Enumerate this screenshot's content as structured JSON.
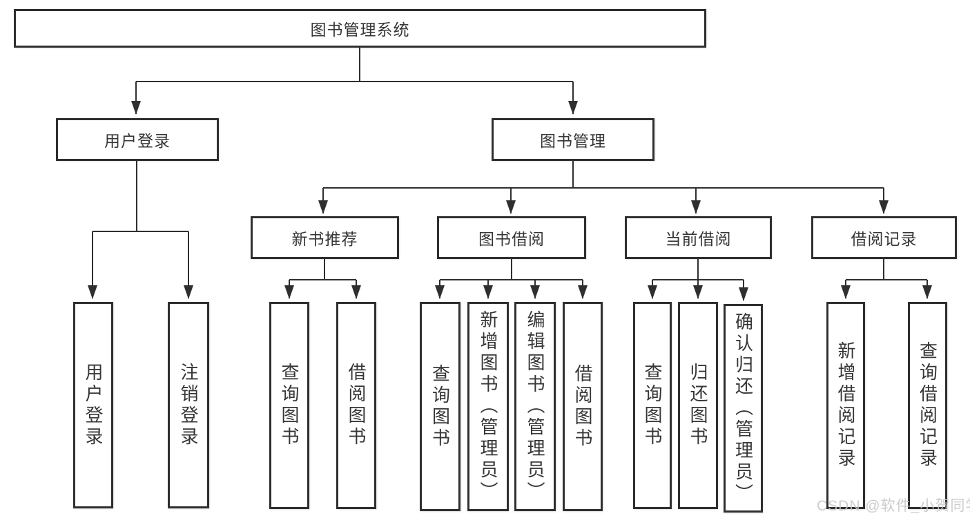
{
  "diagram": {
    "title": "图书管理系统",
    "watermark": "CSDN @软件_小贺同学",
    "colors": {
      "line": "#333333",
      "box_border": "#2f2f2f",
      "text": "#363636",
      "watermark": "#c8c8c8",
      "background": "#ffffff"
    },
    "nodes": {
      "root": {
        "label": "图书管理系统"
      },
      "user_login": {
        "label": "用户登录"
      },
      "book_mgmt": {
        "label": "图书管理"
      },
      "new_book": {
        "label": "新书推荐"
      },
      "book_borrow": {
        "label": "图书借阅"
      },
      "current_borrow": {
        "label": "当前借阅"
      },
      "borrow_record": {
        "label": "借阅记录"
      },
      "leaf_user_login": {
        "label": "用户登录"
      },
      "leaf_logout": {
        "label": "注销登录"
      },
      "leaf_new_query": {
        "label": "查询图书"
      },
      "leaf_new_borrow": {
        "label": "借阅图书"
      },
      "leaf_bb_query": {
        "label": "查询图书"
      },
      "leaf_bb_add": {
        "label": "新增图书（管理员）"
      },
      "leaf_bb_edit": {
        "label": "编辑图书（管理员）"
      },
      "leaf_bb_borrow": {
        "label": "借阅图书"
      },
      "leaf_cb_query": {
        "label": "查询图书"
      },
      "leaf_cb_return": {
        "label": "归还图书"
      },
      "leaf_cb_confirm": {
        "label": "确认归还（管理员）"
      },
      "leaf_br_add": {
        "label": "新增借阅记录"
      },
      "leaf_br_query": {
        "label": "查询借阅记录"
      }
    }
  }
}
